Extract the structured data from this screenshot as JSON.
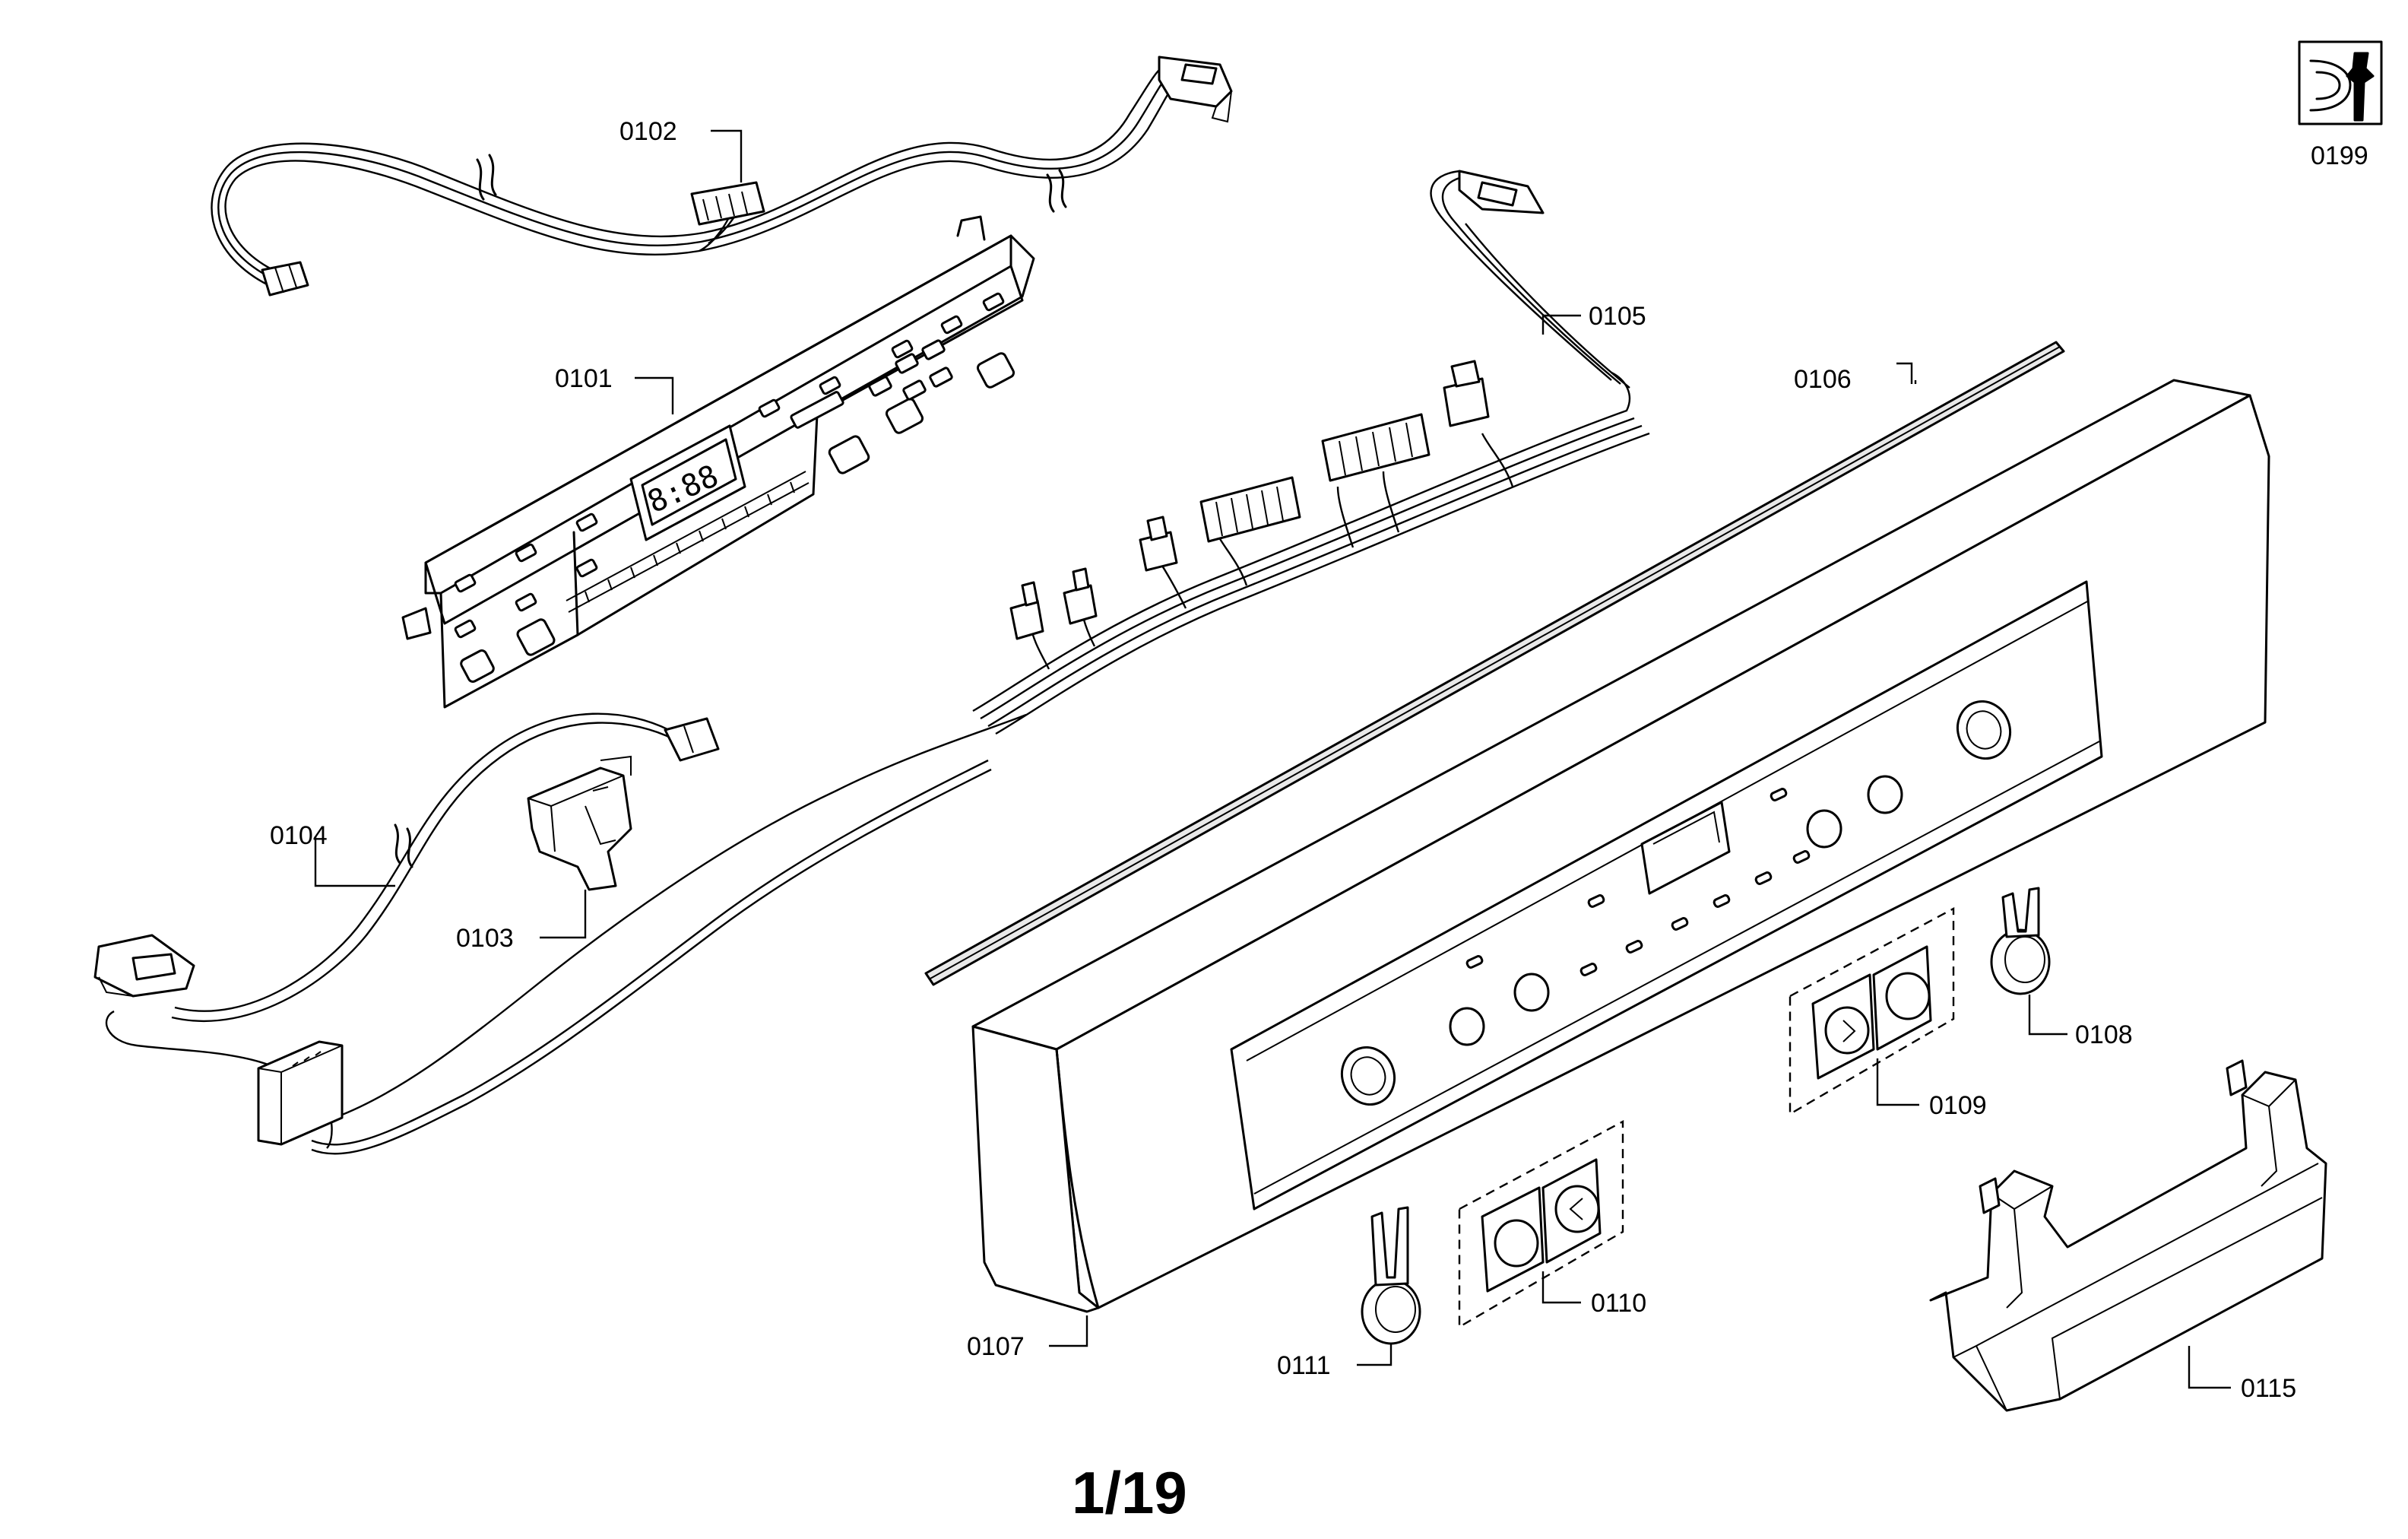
{
  "labels": {
    "p0101": "0101",
    "p0102": "0102",
    "p0103": "0103",
    "p0104": "0104",
    "p0105": "0105",
    "p0106": "0106",
    "p0107": "0107",
    "p0108": "0108",
    "p0109": "0109",
    "p0110": "0110",
    "p0111": "0111",
    "p0115": "0115",
    "p0199": "0199"
  },
  "display_readout": "8:88",
  "page_number": "1/19"
}
